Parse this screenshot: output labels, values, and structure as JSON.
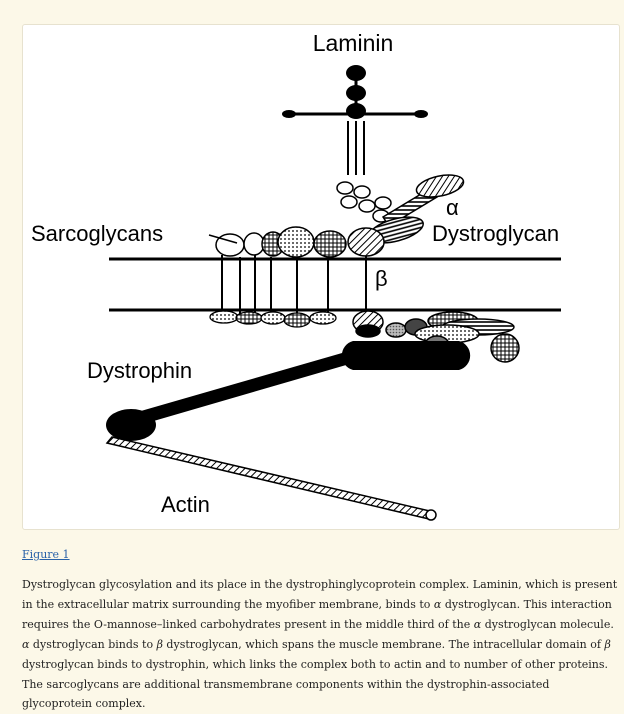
{
  "figure": {
    "labels": {
      "laminin": "Laminin",
      "alpha": "α",
      "dystroglycan": "Dystroglycan",
      "sarcoglycans": "Sarcoglycans",
      "beta": "β",
      "dystrophin": "Dystrophin",
      "actin": "Actin"
    }
  },
  "figure_link": "Figure 1",
  "caption": {
    "p1": "Dystroglycan glycosylation and its place in the dystrophinglycoprotein complex. Laminin, which is present in the extracellular matrix surrounding the myofiber membrane, binds to ",
    "g1": "α",
    "p2": " dystroglycan. This interaction requires the O-mannose–linked carbohydrates present in the middle third of the ",
    "g2": "α",
    "p3": " dystroglycan molecule. ",
    "g3": "α",
    "p4": " dystroglycan binds to ",
    "g4": "β",
    "p5": " dystroglycan, which spans the muscle membrane. The intracellular domain of ",
    "g5": "β",
    "p6": " dystroglycan binds to dystrophin, which links the complex both to actin and to number of other proteins. The sarcoglycans are additional transmembrane components within the dystrophin-associated glycoprotein complex."
  }
}
